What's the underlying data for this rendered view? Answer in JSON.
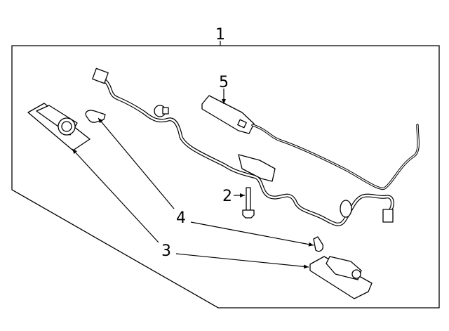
{
  "diagram": {
    "callouts": {
      "assembly": "1",
      "bolt": "2",
      "lamp": "3",
      "bulb": "4",
      "switch": "5"
    }
  }
}
